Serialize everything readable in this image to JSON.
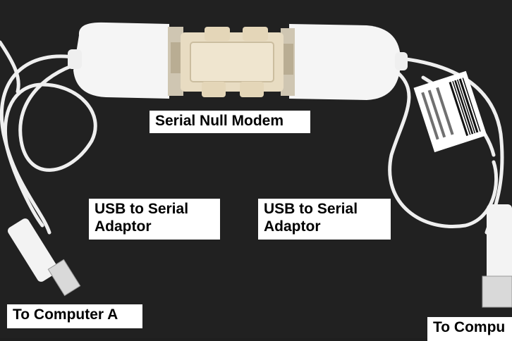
{
  "labels": {
    "null_modem": "Serial Null Modem",
    "usb_left_line1": "USB to Serial",
    "usb_left_line2": "Adaptor",
    "usb_right_line1": "USB to Serial",
    "usb_right_line2": "Adaptor",
    "computer_a": "To Computer A",
    "computer_b": "To Compu"
  },
  "colors": {
    "background": "#1f1f1f",
    "cable": "#f2f2f2",
    "adapter_body": "#f5f5f5",
    "null_modem_body": "#e8dcc2",
    "label_bg": "#ffffff"
  }
}
